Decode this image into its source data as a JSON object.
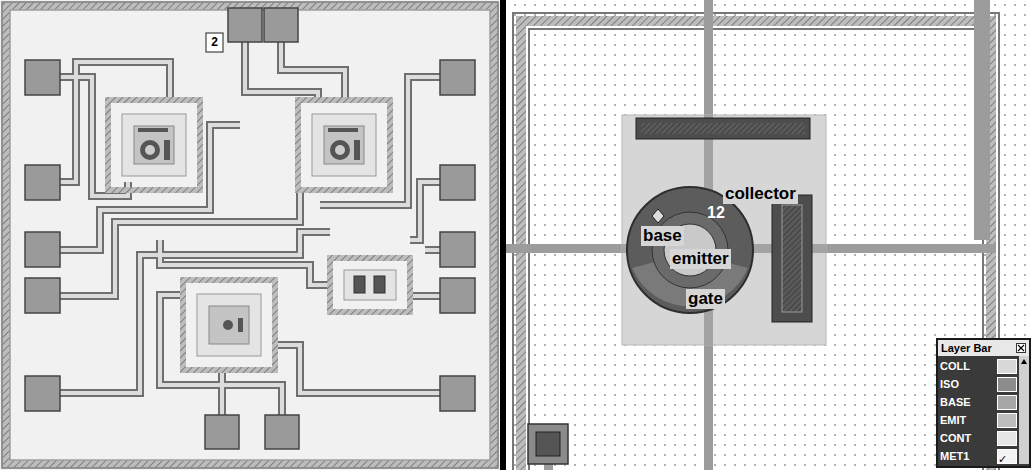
{
  "diagram": {
    "nodes": [
      {
        "text": [
          "Layer Bar"
        ]
      }
    ],
    "labels": [
      "2",
      "12",
      "collector",
      "base",
      "emitter",
      "gate",
      "✓"
    ],
    "legend": [
      {
        "text": "COLL",
        "color": "#d8d8d8"
      },
      {
        "text": "ISO",
        "color": "#8c8c8c"
      },
      {
        "text": "BASE",
        "color": "#a6a6a6"
      },
      {
        "text": "EMIT",
        "color": "#bdbdbd"
      },
      {
        "text": "CONT",
        "color": "#e6e6e6"
      },
      {
        "text": "MET1",
        "color": "#f4f4f4"
      }
    ]
  }
}
